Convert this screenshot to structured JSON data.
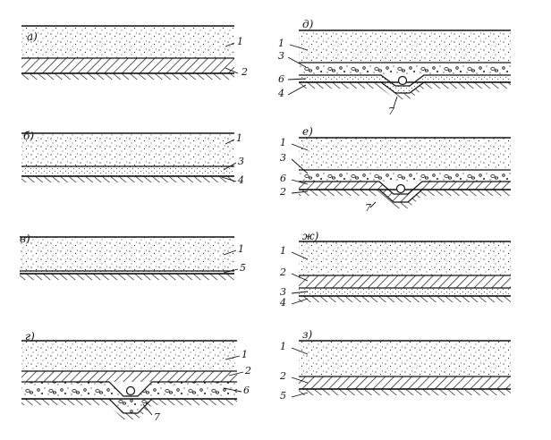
{
  "colors": {
    "ink": "#111111",
    "paper": "#ffffff"
  },
  "panels": [
    {
      "key": "a",
      "letter": "а)",
      "labels": [
        {
          "text": "1"
        },
        {
          "text": "2"
        }
      ]
    },
    {
      "key": "b",
      "letter": "б)",
      "labels": [
        {
          "text": "1"
        },
        {
          "text": "3"
        },
        {
          "text": "4"
        }
      ]
    },
    {
      "key": "v",
      "letter": "в)",
      "labels": [
        {
          "text": "1"
        },
        {
          "text": "5"
        }
      ]
    },
    {
      "key": "g",
      "letter": "г)",
      "labels": [
        {
          "text": "1"
        },
        {
          "text": "2"
        },
        {
          "text": "6"
        },
        {
          "text": "7"
        }
      ]
    },
    {
      "key": "d",
      "letter": "д)",
      "labels": [
        {
          "text": "1"
        },
        {
          "text": "3"
        },
        {
          "text": "6"
        },
        {
          "text": "4"
        },
        {
          "text": "7"
        }
      ]
    },
    {
      "key": "e",
      "letter": "е)",
      "labels": [
        {
          "text": "1"
        },
        {
          "text": "3"
        },
        {
          "text": "6"
        },
        {
          "text": "2"
        },
        {
          "text": "7"
        }
      ]
    },
    {
      "key": "zh",
      "letter": "ж)",
      "labels": [
        {
          "text": "1"
        },
        {
          "text": "2"
        },
        {
          "text": "3"
        },
        {
          "text": "4"
        }
      ]
    },
    {
      "key": "z",
      "letter": "з)",
      "labels": [
        {
          "text": "1"
        },
        {
          "text": "2"
        },
        {
          "text": "5"
        }
      ]
    }
  ]
}
